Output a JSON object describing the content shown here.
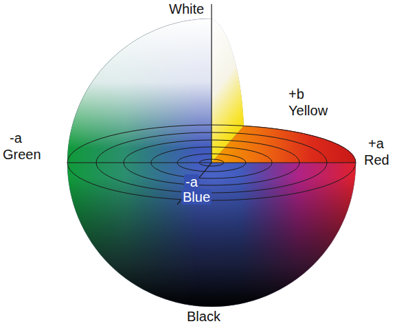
{
  "diagram": {
    "labels": [
      "White",
      "+b",
      "Yellow",
      "-a",
      "Green",
      "+a",
      "Red",
      "-a",
      "Blue",
      "Black"
    ]
  }
}
